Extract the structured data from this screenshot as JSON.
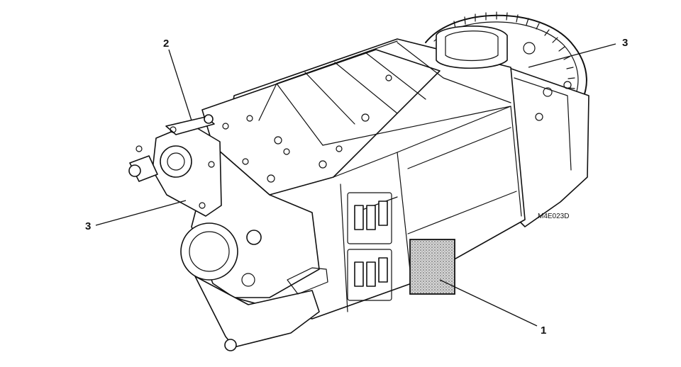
{
  "figure": {
    "code": "M4E023D"
  },
  "callouts": [
    {
      "id": "plate",
      "number": "1"
    },
    {
      "id": "lever",
      "number": "2"
    },
    {
      "id": "gasket-front",
      "number": "3"
    },
    {
      "id": "gasket-rear",
      "number": "3"
    }
  ],
  "colors": {
    "line": "#111111",
    "background": "#ffffff",
    "plate_fill": "#bdbdbd"
  }
}
